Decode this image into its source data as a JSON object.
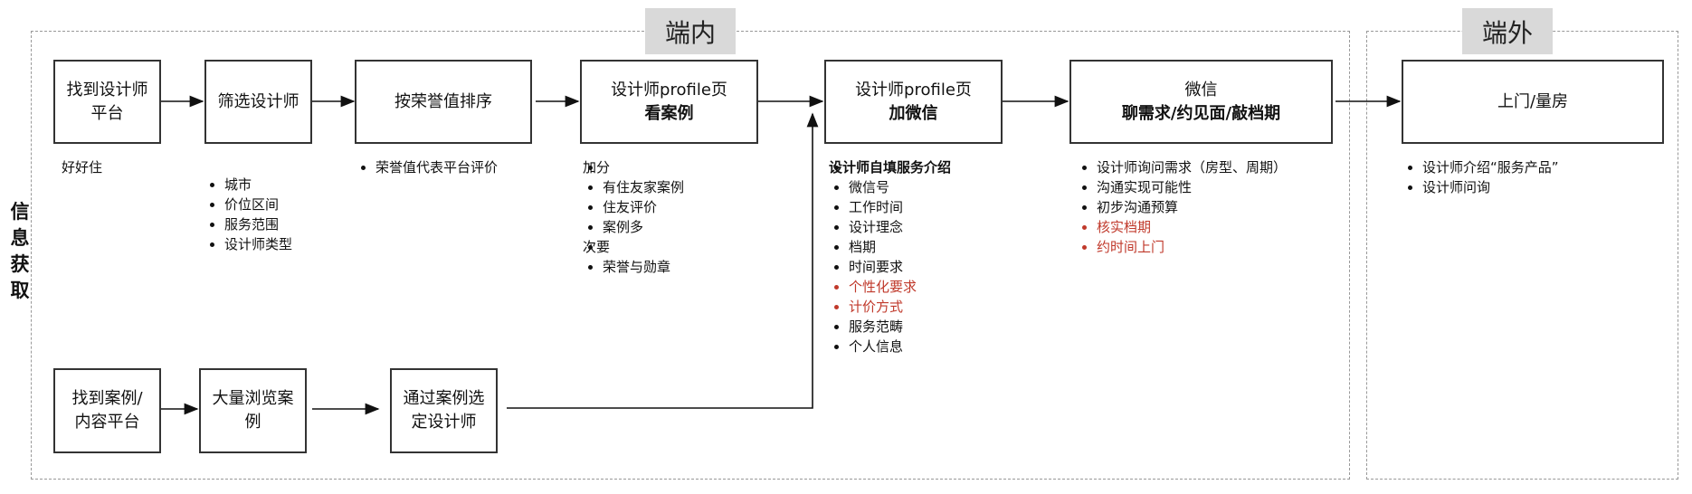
{
  "side_label": "信息获取",
  "regions": {
    "internal": "端内",
    "external": "端外"
  },
  "boxes": {
    "find_platform": [
      "找到设计师",
      "平台"
    ],
    "filter": [
      "筛选设计师"
    ],
    "sort": [
      "按荣誉值排序"
    ],
    "profile_cases": {
      "line1": "设计师profile页",
      "line2": "看案例"
    },
    "profile_wechat": {
      "line1": "设计师profile页",
      "line2": "加微信"
    },
    "wechat": {
      "line1": "微信",
      "line2": "聊需求/约见面/敲档期"
    },
    "visit": [
      "上门/量房"
    ],
    "find_case_platform": [
      "找到案例/",
      "内容平台"
    ],
    "browse": [
      "大量浏览案",
      "例"
    ],
    "choose_by_case": [
      "通过案例选",
      "定设计师"
    ]
  },
  "notes": {
    "find_platform": "好好住",
    "filter": [
      "城市",
      "价位区间",
      "服务范围",
      "设计师类型"
    ],
    "sort": [
      "荣誉值代表平台评价"
    ],
    "profile_cases": {
      "plus_label": "加分",
      "plus": [
        "有住友家案例",
        "住友评价",
        "案例多"
      ],
      "minor_label": "次要",
      "minor": [
        "荣誉与勋章"
      ]
    },
    "profile_wechat": {
      "heading": "设计师自填服务介绍",
      "items": [
        {
          "text": "微信号",
          "highlight": false
        },
        {
          "text": "工作时间",
          "highlight": false
        },
        {
          "text": "设计理念",
          "highlight": false
        },
        {
          "text": "档期",
          "highlight": false
        },
        {
          "text": "时间要求",
          "highlight": false
        },
        {
          "text": "个性化要求",
          "highlight": true
        },
        {
          "text": "计价方式",
          "highlight": true
        },
        {
          "text": "服务范畴",
          "highlight": false
        },
        {
          "text": "个人信息",
          "highlight": false
        }
      ]
    },
    "wechat": [
      {
        "text": "设计师询问需求（房型、周期）",
        "highlight": false
      },
      {
        "text": "沟通实现可能性",
        "highlight": false
      },
      {
        "text": "初步沟通预算",
        "highlight": false
      },
      {
        "text": "核实档期",
        "highlight": true
      },
      {
        "text": "约时间上门",
        "highlight": true
      }
    ],
    "visit": [
      "设计师介绍“服务产品”",
      "设计师问询"
    ]
  },
  "colors": {
    "highlight": "#c0392b",
    "box_border": "#333333",
    "region_label_bg": "#d9d9d9"
  }
}
